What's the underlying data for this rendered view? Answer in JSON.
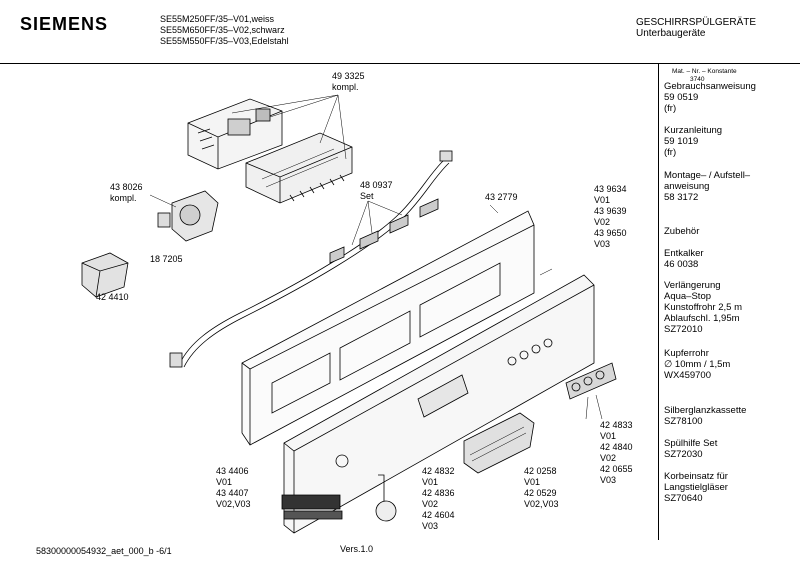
{
  "header": {
    "brand": "SIEMENS",
    "models": [
      "SE55M250FF/35–V01,weiss",
      "SE55M650FF/35–V02,schwarz",
      "SE55M550FF/35–V03,Edelstahl"
    ],
    "category": "GESCHIRRSPÜLGERÄTE",
    "subcategory": "Unterbaugeräte"
  },
  "sidebar": {
    "header_note": "Mat. – Nr. – Konstante",
    "header_number": "3740",
    "items": [
      {
        "lines": [
          "Gebrauchsanweisung",
          "59 0519",
          "(fr)"
        ]
      },
      {
        "lines": [
          "Kurzanleitung",
          "59 1019",
          "(fr)"
        ]
      },
      {
        "lines": [
          "Montage– / Aufstell–",
          "anweisung",
          "58 3172"
        ]
      },
      {
        "lines": [
          "Zubehör"
        ]
      },
      {
        "lines": [
          "Entkalker",
          "46 0038"
        ]
      },
      {
        "lines": [
          "Verlängerung",
          "Aqua–Stop",
          "Kunstoffrohr 2,5 m",
          "Ablaufschl. 1,95m",
          "SZ72010"
        ]
      },
      {
        "lines": [
          "Kupferrohr",
          "∅ 10mm / 1,5m",
          "WX459700"
        ]
      },
      {
        "lines": [
          "Silberglanzkassette",
          "SZ78100"
        ]
      },
      {
        "lines": [
          "Spülhilfe Set",
          "SZ72030"
        ]
      },
      {
        "lines": [
          "Korbeinsatz für",
          "Langstielgläser",
          "SZ70640"
        ]
      }
    ]
  },
  "labels": [
    {
      "lines": [
        "49 3325",
        "kompl."
      ]
    },
    {
      "lines": [
        "43 8026",
        "kompl."
      ]
    },
    {
      "lines": [
        "48 0937",
        "Set"
      ]
    },
    {
      "lines": [
        "43 2779"
      ]
    },
    {
      "lines": [
        "43 9634",
        "V01",
        "43 9639",
        "V02",
        "43 9650",
        "V03"
      ]
    },
    {
      "lines": [
        "18 7205"
      ]
    },
    {
      "lines": [
        "42 4410"
      ]
    },
    {
      "lines": [
        "42 4833",
        "V01",
        "42 4840",
        "V02",
        "42 0655",
        "V03"
      ]
    },
    {
      "lines": [
        "43 4406",
        "V01",
        "43 4407",
        "V02,V03"
      ]
    },
    {
      "lines": [
        "42 4832",
        "V01",
        "42 4836",
        "V02",
        "42 4604",
        "V03"
      ]
    },
    {
      "lines": [
        "42 0258",
        "V01",
        "42 0529",
        "V02,V03"
      ]
    }
  ],
  "footer": {
    "doc_id": "58300000054932_aet_000_b   -6/1",
    "version": "Vers.1.0"
  }
}
